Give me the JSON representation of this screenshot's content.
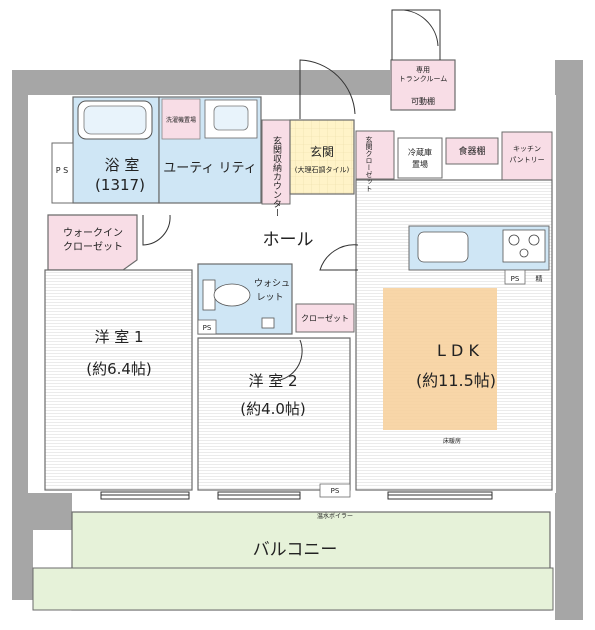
{
  "rooms": {
    "bath": {
      "name": "浴 室",
      "size": "(1317)"
    },
    "ps_left": "P S",
    "laundry": "洗濯機置場",
    "utility": "ユーティ リティ",
    "entrance_storage": "玄関収納カウンター",
    "genkan": "玄関",
    "genkan_sub": "(大理石調タイル)",
    "entrance_closet": "玄関クローゼット",
    "hall": "ホール",
    "walkin": {
      "line1": "ウォークイン",
      "line2": "クローゼット"
    },
    "toilet": {
      "line1": "ウォシュ",
      "line2": "レット"
    },
    "ps_toilet": "PS",
    "closet": "クローゼット",
    "western1": {
      "name": "洋 室 1",
      "size": "(約6.4帖)"
    },
    "western2": {
      "name": "洋 室 2",
      "size": "(約4.0帖)"
    },
    "ldk": {
      "name": "L D K",
      "size": "(約11.5帖)",
      "note": "床暖房"
    },
    "fridge": {
      "line1": "冷蔵庫",
      "line2": "置場"
    },
    "cupboard": "食器棚",
    "pantry": {
      "line1": "キッチン",
      "line2": "パントリー"
    },
    "ps_kitchen": "PS",
    "kitchen_tag": "精",
    "ps_bottom": "PS",
    "trunk_room": {
      "line1": "専用",
      "line2": "トランクルーム",
      "line3": "可動棚"
    },
    "boiler": "温水ボイラー",
    "balcony": "バルコニー"
  },
  "colors": {
    "wall": "#a6a6a6",
    "wet_area": "#cfe6f5",
    "entrance": "#fff3c8",
    "storage": "#f8dde6",
    "ldk_floor_heating": "#f7d29e",
    "balcony": "#e6f2d9"
  }
}
